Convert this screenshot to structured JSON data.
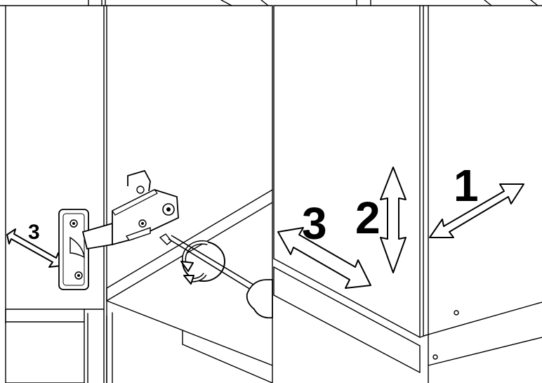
{
  "labels": {
    "left_panel_adjust": "3",
    "right_adjust_1": "1",
    "right_adjust_2": "2",
    "right_adjust_3": "3"
  },
  "colors": {
    "line": "#000000",
    "background": "#ffffff",
    "arrow_fill": "#ffffff"
  },
  "icons": {
    "tool": "screwdriver-icon",
    "rotation": "rotate-arrows-icon",
    "hinge": "cabinet-hinge"
  }
}
